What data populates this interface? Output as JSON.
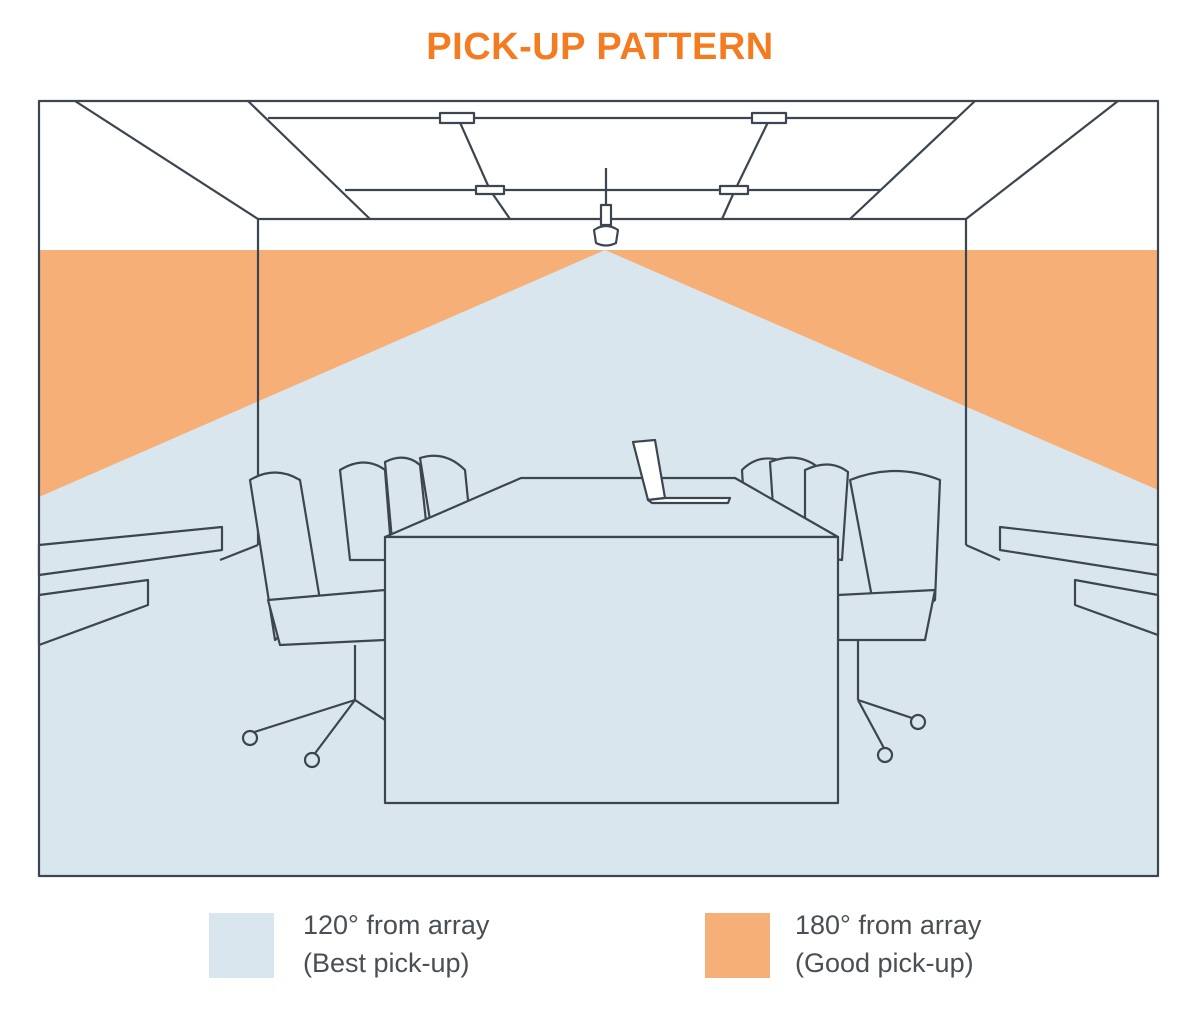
{
  "title": "PICK-UP PATTERN",
  "colors": {
    "title": "#F47B20",
    "best": "#DAE6EE",
    "good": "#F7AF78",
    "line": "#3B4650"
  },
  "legend": [
    {
      "line1": "120° from array",
      "line2": "(Best pick-up)",
      "color": "#DAE6EE"
    },
    {
      "line1": "180° from array",
      "line2": "(Good pick-up)",
      "color": "#F7AF78"
    }
  ]
}
